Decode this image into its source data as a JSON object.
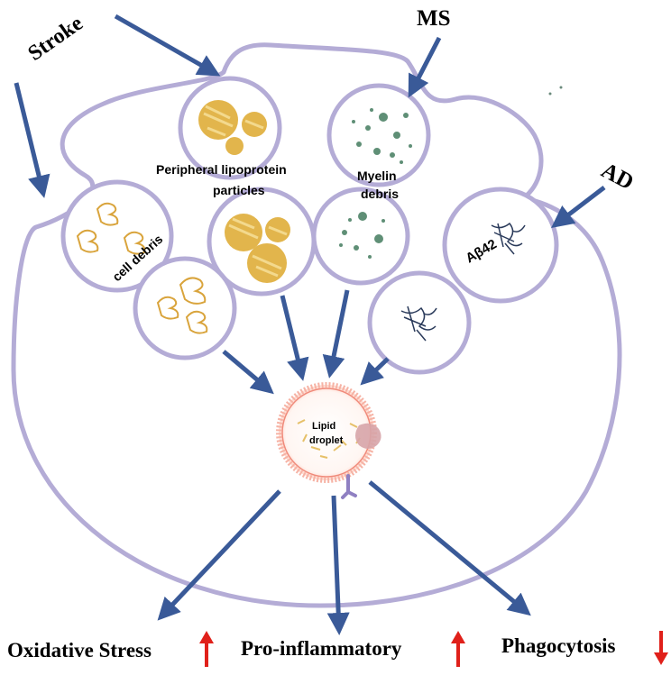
{
  "labels": {
    "stroke": "Stroke",
    "ms": "MS",
    "ad": "AD",
    "lipoprotein_line1": "Peripheral lipoprotein",
    "lipoprotein_line2": "particles",
    "myelin_line1": "Myelin",
    "myelin_line2": "debris",
    "cell_debris": "cell debris",
    "abeta": "Aβ42",
    "lipid_line1": "Lipid",
    "lipid_line2": "droplet"
  },
  "outcomes": [
    {
      "label": "Oxidative Stress",
      "direction": "up"
    },
    {
      "label": "Pro-inflammatory",
      "direction": "up"
    },
    {
      "label": "Phagocytosis",
      "direction": "down"
    }
  ],
  "colors": {
    "membrane": "#b4acd6",
    "arrow": "#3a5a98",
    "lipoprotein": "#e2b54c",
    "myelin": "#5f8f76",
    "debris": "#d9a43c",
    "abeta": "#2a3a5a",
    "droplet": "#f08a7a",
    "indicator": "#e0201a"
  }
}
